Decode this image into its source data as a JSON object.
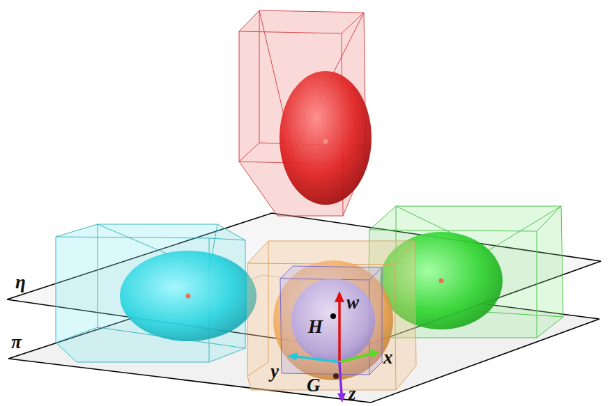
{
  "diagram": {
    "labels": [
      "η",
      "π",
      "w",
      "H",
      "x",
      "y",
      "G",
      "z"
    ]
  }
}
